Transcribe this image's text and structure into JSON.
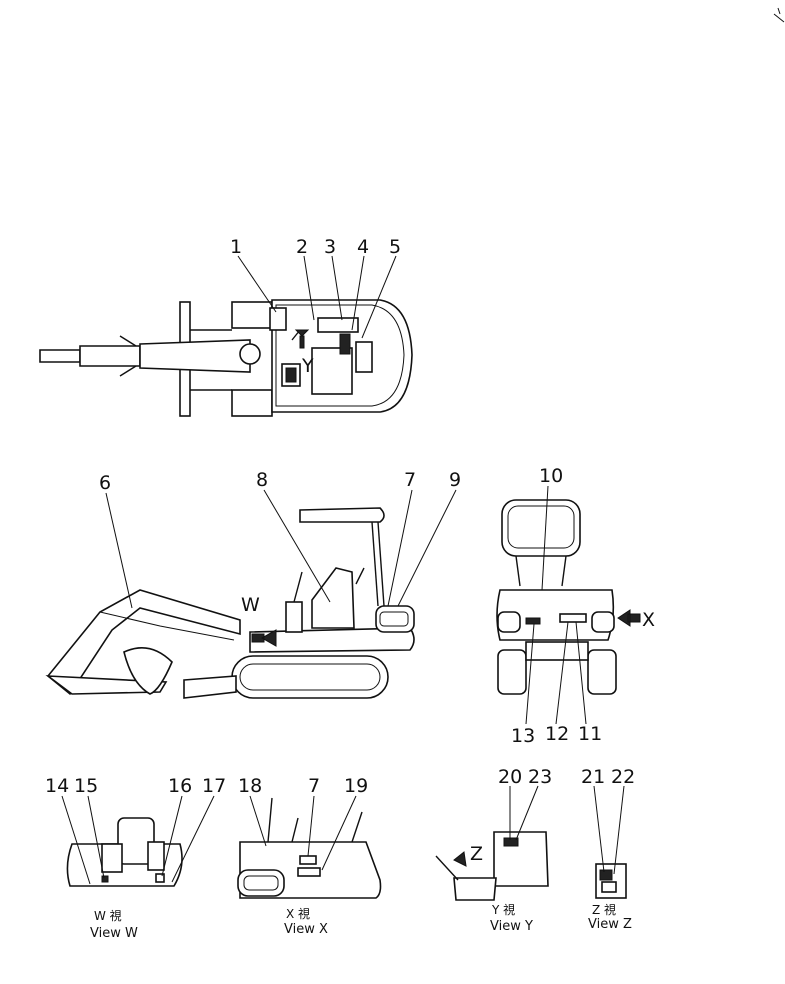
{
  "callouts": [
    "1",
    "2",
    "3",
    "4",
    "5",
    "6",
    "7",
    "8",
    "9",
    "10",
    "11",
    "12",
    "13",
    "14",
    "15",
    "16",
    "17",
    "18",
    "7",
    "19",
    "20",
    "23",
    "21",
    "22"
  ],
  "arrow_labels": {
    "w": "W",
    "x": "X",
    "y": "Y",
    "z": "Z"
  },
  "views": {
    "w": {
      "jp": "W 視",
      "en": "View W"
    },
    "x": {
      "jp": "X 視",
      "en": "View X"
    },
    "y": {
      "jp": "Y 視",
      "en": "View Y"
    },
    "z": {
      "jp": "Z 視",
      "en": "View Z"
    }
  }
}
